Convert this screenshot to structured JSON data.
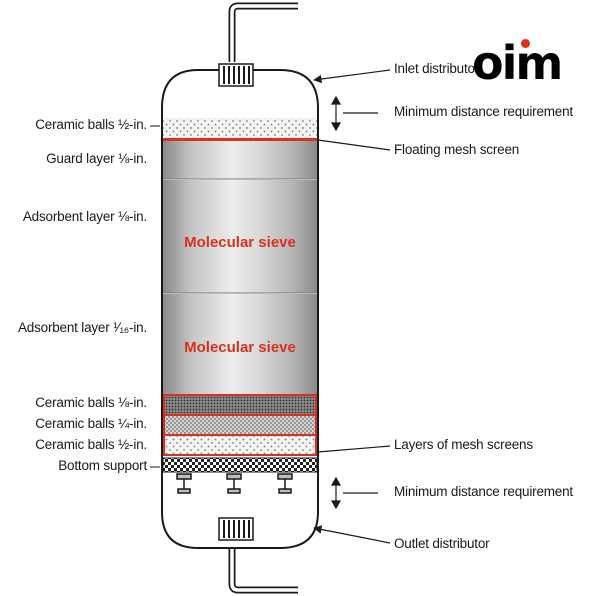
{
  "left_labels": [
    {
      "id": "ceramic-balls-top",
      "text": "Ceramic balls ½-in."
    },
    {
      "id": "guard-layer",
      "text": "Guard layer ⅛-in."
    },
    {
      "id": "adsorbent-layer-1",
      "text": "Adsorbent layer ⅛-in."
    },
    {
      "id": "adsorbent-layer-2",
      "text": "Adsorbent layer ¹⁄₁₆-in."
    },
    {
      "id": "ceramic-balls-eighth",
      "text": "Ceramic balls ⅛-in."
    },
    {
      "id": "ceramic-balls-quarter",
      "text": "Ceramic balls ¼-in."
    },
    {
      "id": "ceramic-balls-half",
      "text": "Ceramic balls ½-in."
    },
    {
      "id": "bottom-support",
      "text": "Bottom support"
    }
  ],
  "right_labels": [
    {
      "id": "inlet-distributor",
      "text": "Inlet distributor"
    },
    {
      "id": "min-distance-top",
      "text": "Minimum distance requirement"
    },
    {
      "id": "floating-mesh-screen",
      "text": "Floating mesh screen"
    },
    {
      "id": "layers-mesh-screens",
      "text": "Layers of mesh screens"
    },
    {
      "id": "min-distance-bottom",
      "text": "Minimum distance requirement"
    },
    {
      "id": "outlet-distributor",
      "text": "Outlet distributor"
    }
  ],
  "inner_labels": {
    "sieve_upper": "Molecular sieve",
    "sieve_lower": "Molecular sieve"
  },
  "logo": {
    "text": "oim"
  },
  "colors": {
    "accent_red": "#d8321f",
    "outline": "#1a1a1a",
    "steel_light": "#e6e6e6",
    "steel_dark": "#8f8f8f"
  }
}
